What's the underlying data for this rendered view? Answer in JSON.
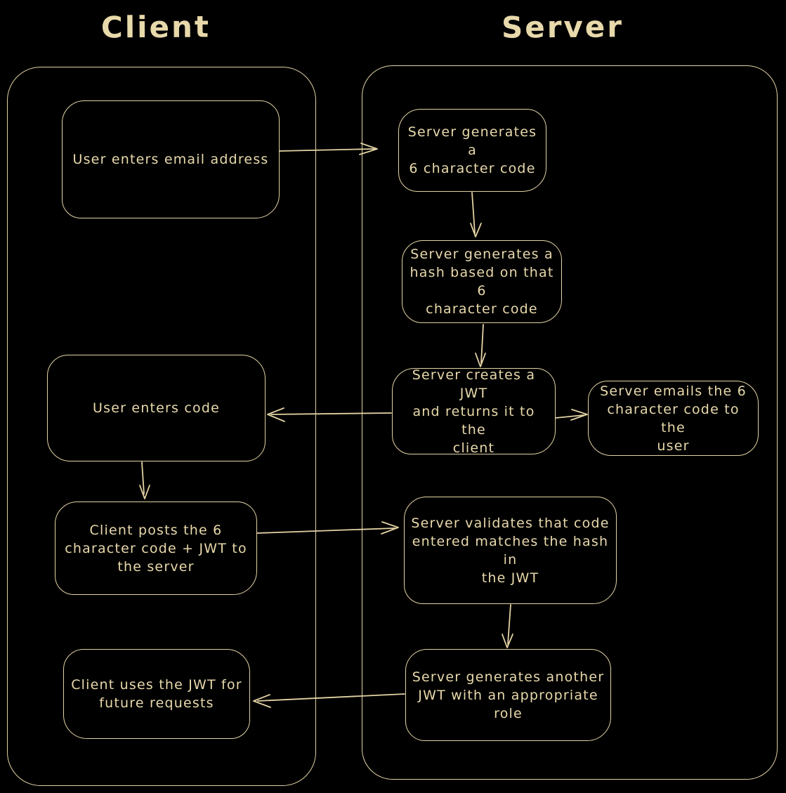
{
  "theme": {
    "background": "#000000",
    "stroke": "#e3d3a4",
    "text": "#e8d9ab"
  },
  "lanes": [
    {
      "id": "client",
      "title": "Client",
      "nodes": [
        {
          "id": "user-enters-email",
          "label": "User enters email address"
        },
        {
          "id": "user-enters-code",
          "label": "User enters code"
        },
        {
          "id": "client-posts-code",
          "label": "Client posts the 6\ncharacter code + JWT to\nthe server"
        },
        {
          "id": "client-uses-jwt",
          "label": "Client uses the JWT for\nfuture requests"
        }
      ]
    },
    {
      "id": "server",
      "title": "Server",
      "nodes": [
        {
          "id": "server-generates-code",
          "label": "Server generates a\n6 character code"
        },
        {
          "id": "server-generates-hash",
          "label": "Server generates a\nhash based on that 6\ncharacter code"
        },
        {
          "id": "server-creates-jwt",
          "label": "Server creates a JWT\nand returns it to the\nclient"
        },
        {
          "id": "server-emails-code",
          "label": "Server emails the 6\ncharacter code to the\nuser"
        },
        {
          "id": "server-validates-code",
          "label": "Server validates that code\nentered matches the hash in\nthe JWT"
        },
        {
          "id": "server-generates-role-jwt",
          "label": "Server generates another\nJWT with an appropriate\nrole"
        }
      ]
    }
  ],
  "edges": [
    {
      "from": "user-enters-email",
      "to": "server-generates-code"
    },
    {
      "from": "server-generates-code",
      "to": "server-generates-hash"
    },
    {
      "from": "server-generates-hash",
      "to": "server-creates-jwt"
    },
    {
      "from": "server-creates-jwt",
      "to": "user-enters-code"
    },
    {
      "from": "server-creates-jwt",
      "to": "server-emails-code"
    },
    {
      "from": "user-enters-code",
      "to": "client-posts-code"
    },
    {
      "from": "client-posts-code",
      "to": "server-validates-code"
    },
    {
      "from": "server-validates-code",
      "to": "server-generates-role-jwt"
    },
    {
      "from": "server-generates-role-jwt",
      "to": "client-uses-jwt"
    }
  ]
}
